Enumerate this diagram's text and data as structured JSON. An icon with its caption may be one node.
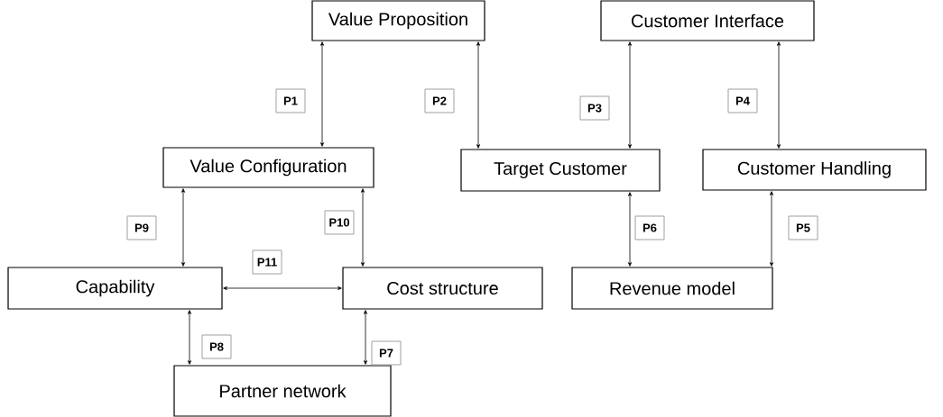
{
  "diagram": {
    "nodes": [
      {
        "text": [
          "Value Proposition"
        ]
      },
      {
        "text": [
          "Customer Interface"
        ]
      },
      {
        "text": [
          "Value Configuration"
        ]
      },
      {
        "text": [
          "Target Customer"
        ]
      },
      {
        "text": [
          "Customer Handling"
        ]
      },
      {
        "text": [
          "Capability"
        ]
      },
      {
        "text": [
          "Cost structure"
        ]
      },
      {
        "text": [
          "Revenue model"
        ]
      },
      {
        "text": [
          "Partner network"
        ]
      }
    ],
    "edges": [
      {
        "from": 0,
        "to": 2,
        "arrow": "both",
        "label": "P1"
      },
      {
        "from": 0,
        "to": 3,
        "arrow": "both",
        "label": "P2"
      },
      {
        "from": 1,
        "to": 3,
        "arrow": "both",
        "label": "P3"
      },
      {
        "from": 1,
        "to": 4,
        "arrow": "both",
        "label": "P4"
      },
      {
        "from": 2,
        "to": 5,
        "arrow": "both",
        "label": "P9"
      },
      {
        "from": 2,
        "to": 6,
        "arrow": "both",
        "label": "P10"
      },
      {
        "from": 5,
        "to": 6,
        "arrow": "both",
        "label": "P11"
      },
      {
        "from": 3,
        "to": 7,
        "arrow": "both",
        "label": "P6"
      },
      {
        "from": 4,
        "to": 7,
        "arrow": "both",
        "label": "P5"
      },
      {
        "from": 5,
        "to": 8,
        "arrow": "both",
        "label": "P8"
      },
      {
        "from": 6,
        "to": 8,
        "arrow": "both",
        "label": "P7"
      }
    ]
  }
}
